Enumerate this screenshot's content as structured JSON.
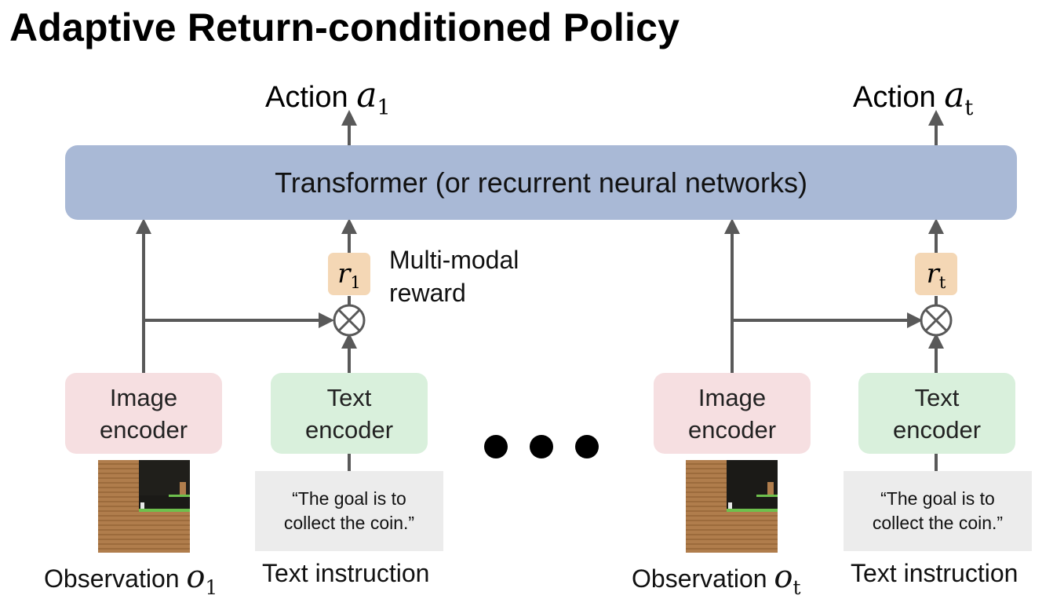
{
  "title": "Adaptive Return-conditioned Policy",
  "actions": [
    {
      "label": "Action",
      "symbol": "a",
      "sub": "1"
    },
    {
      "label": "Action",
      "symbol": "a",
      "sub": "t"
    }
  ],
  "transformer": "Transformer (or recurrent neural networks)",
  "rewards": [
    {
      "symbol": "r",
      "sub": "1"
    },
    {
      "symbol": "r",
      "sub": "t"
    }
  ],
  "multimodal_label": {
    "line1": "Multi-modal",
    "line2": "reward"
  },
  "image_encoder": {
    "line1": "Image",
    "line2": "encoder"
  },
  "text_encoder": {
    "line1": "Text",
    "line2": "encoder"
  },
  "instruction": {
    "line1": "“The goal is to",
    "line2": "collect the coin.”"
  },
  "observations": [
    {
      "label": "Observation",
      "symbol": "o",
      "sub": "1"
    },
    {
      "label": "Observation",
      "symbol": "o",
      "sub": "t"
    }
  ],
  "text_instruction_label": "Text instruction",
  "colors": {
    "transformer": "#a9b9d6",
    "image_encoder": "#f6dfe1",
    "text_encoder": "#d9f0dc",
    "reward": "#f4d7b5",
    "arrow": "#595959"
  }
}
